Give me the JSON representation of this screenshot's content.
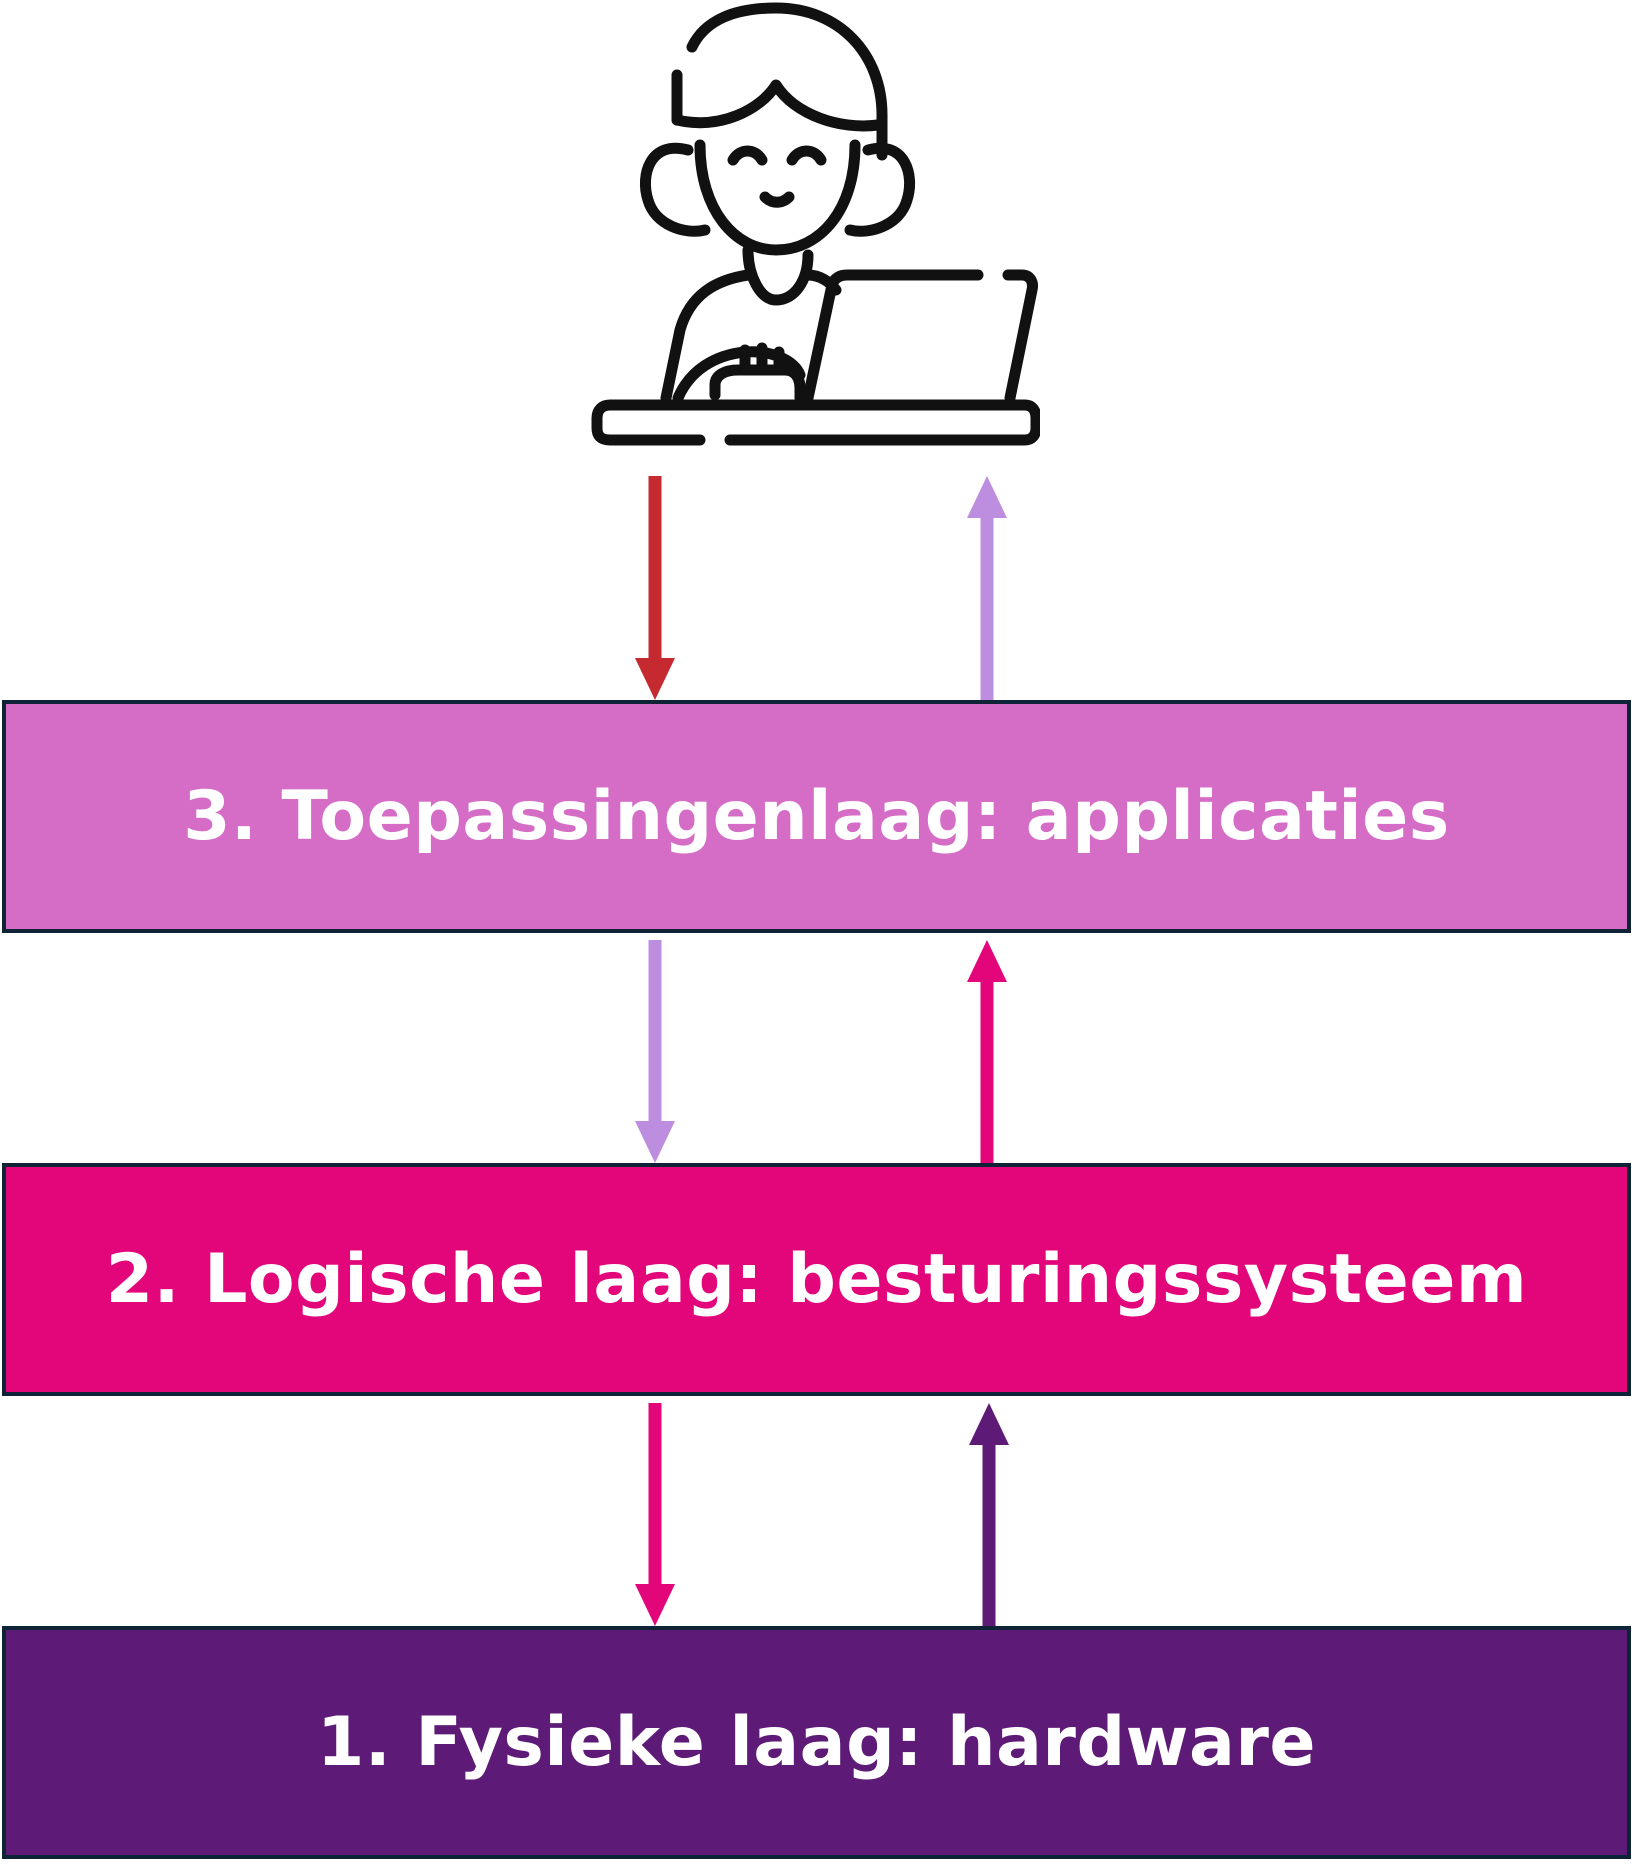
{
  "user": {
    "icon": "user-at-laptop-icon"
  },
  "layers": [
    {
      "number": 3,
      "label": "3. Toepassingenlaag: applicaties",
      "color": "#d56dc7"
    },
    {
      "number": 2,
      "label": "2. Logische laag: besturingssysteem",
      "color": "#e2067a"
    },
    {
      "number": 1,
      "label": "1. Fysieke laag: hardware",
      "color": "#5d1a76"
    }
  ],
  "arrows": [
    {
      "name": "arrow-user-to-layer3",
      "direction": "down",
      "color": "#c42a2f"
    },
    {
      "name": "arrow-layer3-to-user",
      "direction": "up",
      "color": "#bd8ee0"
    },
    {
      "name": "arrow-layer3-to-layer2",
      "direction": "down",
      "color": "#bd8ee0"
    },
    {
      "name": "arrow-layer2-to-layer3",
      "direction": "up",
      "color": "#e2067a"
    },
    {
      "name": "arrow-layer2-to-layer1",
      "direction": "down",
      "color": "#e2067a"
    },
    {
      "name": "arrow-layer1-to-layer2",
      "direction": "up",
      "color": "#5d1a76"
    }
  ]
}
